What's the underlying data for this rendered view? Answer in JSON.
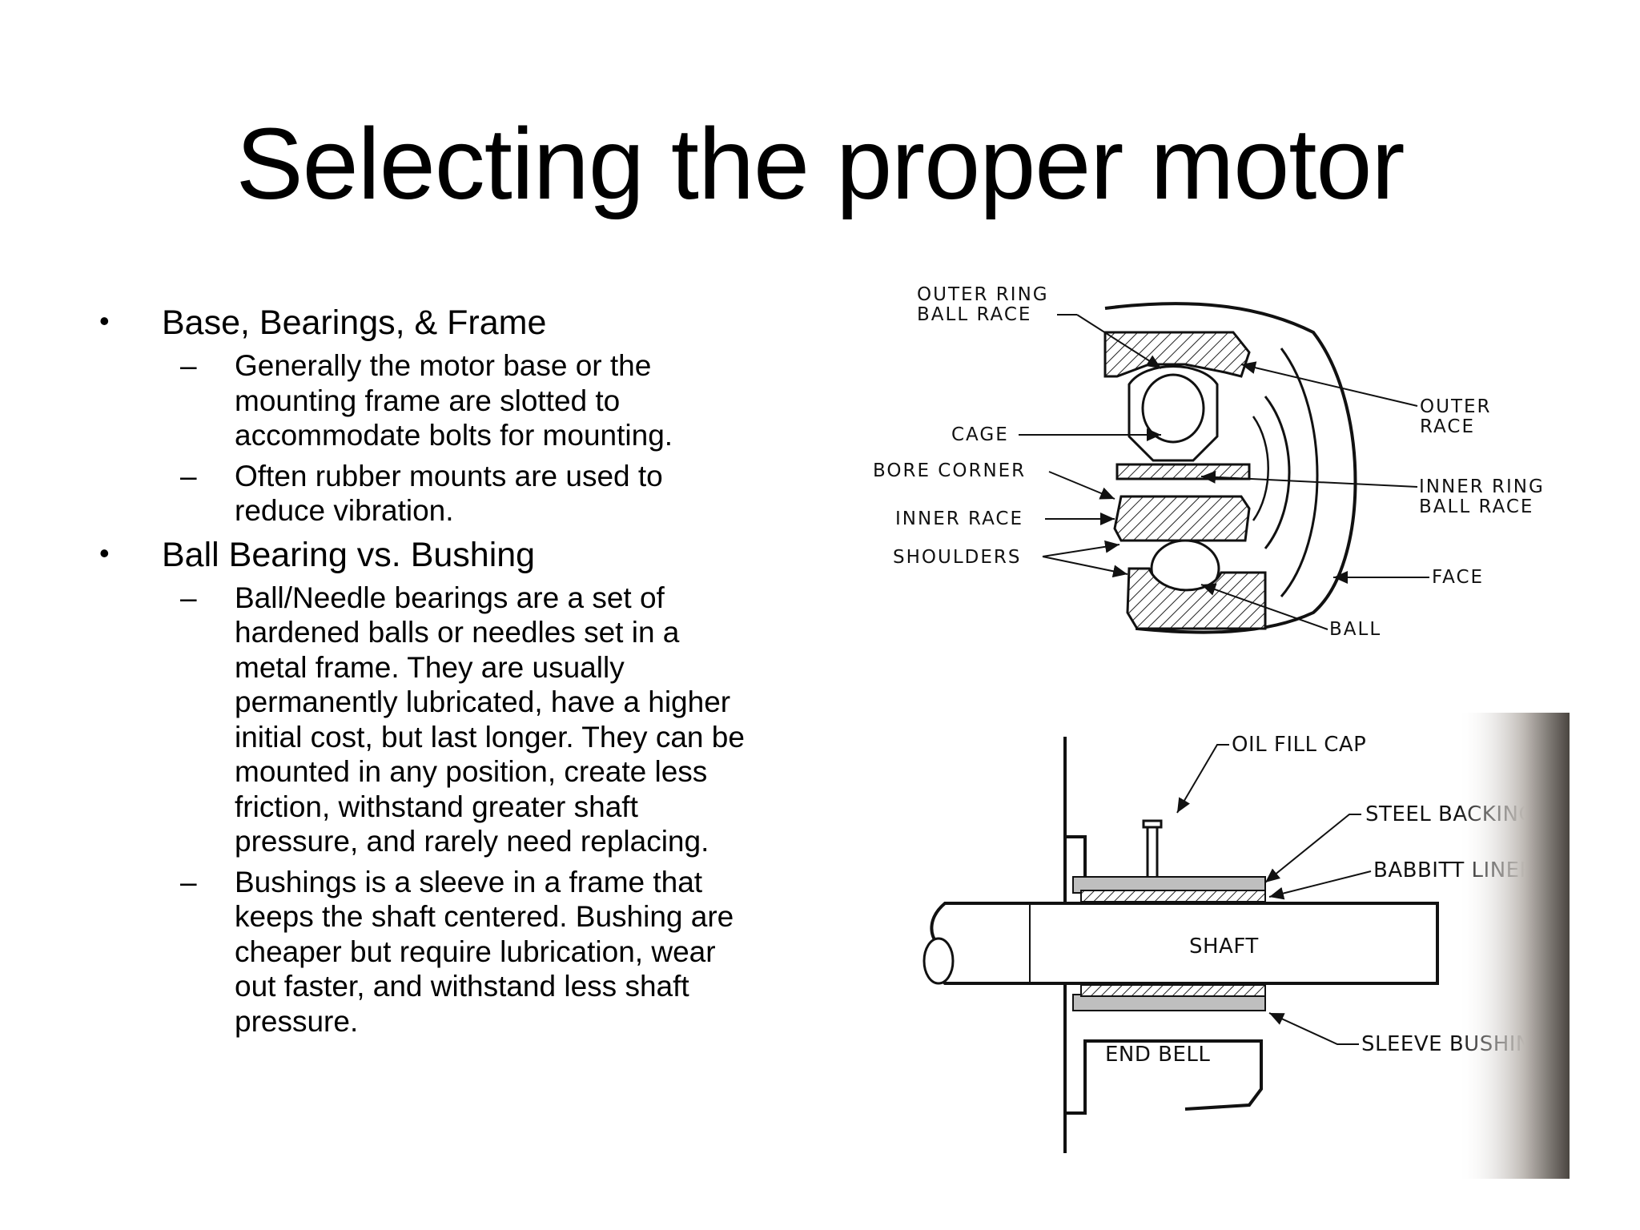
{
  "slide": {
    "title": "Selecting the proper motor",
    "bullets": [
      {
        "heading": "Base, Bearings, & Frame",
        "subs": [
          [
            "Generally the motor base or the",
            "mounting frame are slotted to",
            "accommodate bolts for mounting."
          ],
          [
            "Often rubber mounts are used to",
            "reduce vibration."
          ]
        ]
      },
      {
        "heading": "Ball Bearing vs. Bushing",
        "subs": [
          [
            "Ball/Needle bearings are a set of",
            "hardened balls or needles set in a",
            "metal frame. They are usually",
            "permanently lubricated, have a higher",
            "initial cost, but last longer. They can be",
            "mounted in any position, create less",
            "friction, withstand greater shaft",
            "pressure, and rarely need replacing."
          ],
          [
            "Bushings is a sleeve in a frame that",
            "keeps the shaft centered.  Bushing are",
            "cheaper but require lubrication, wear",
            "out faster, and withstand less shaft",
            "pressure."
          ]
        ]
      }
    ],
    "bullet_mark": "•",
    "dash_mark": "–"
  },
  "ball_bearing_diagram": {
    "labels": {
      "outer_ring_ball_race_1": "OUTER RING",
      "outer_ring_ball_race_2": "BALL RACE",
      "cage": "CAGE",
      "bore_corner": "BORE CORNER",
      "inner_race": "INNER RACE",
      "shoulders": "SHOULDERS",
      "outer_race_1": "OUTER",
      "outer_race_2": "RACE",
      "inner_ring_ball_race_1": "INNER RING",
      "inner_ring_ball_race_2": "BALL RACE",
      "face": "FACE",
      "ball": "BALL"
    }
  },
  "sleeve_bushing_diagram": {
    "labels": {
      "oil_fill_cap": "OIL FILL CAP",
      "steel_backing": "STEEL BACKING",
      "babbitt_liner": "BABBITT LINER",
      "shaft": "SHAFT",
      "end_bell": "END BELL",
      "sleeve_bushing": "SLEEVE BUSHING"
    }
  }
}
